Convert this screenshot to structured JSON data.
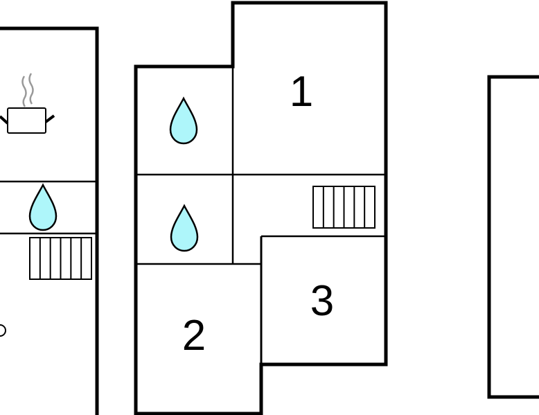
{
  "floor_plan": {
    "rooms": [
      {
        "label": "1"
      },
      {
        "label": "2"
      },
      {
        "label": "3"
      }
    ],
    "colors": {
      "wall": "#000000",
      "water_drop": "#aef6fa",
      "steam": "#999999"
    }
  }
}
